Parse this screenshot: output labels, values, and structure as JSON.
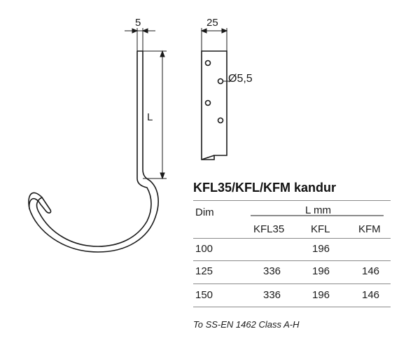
{
  "dimensions": {
    "flat_thickness": "5",
    "strap_width": "25",
    "hole_diameter": "Ø5,5",
    "length_symbol": "L"
  },
  "spec": {
    "title": "KFL35/KFL/KFM kandur",
    "header": {
      "dim_label": "Dim",
      "group_label": "L mm",
      "columns": [
        "KFL35",
        "KFL",
        "KFM"
      ]
    },
    "rows": [
      {
        "dim": "100",
        "kfl35": "",
        "kfl": "196",
        "kfm": ""
      },
      {
        "dim": "125",
        "kfl35": "336",
        "kfl": "196",
        "kfm": "146"
      },
      {
        "dim": "150",
        "kfl35": "336",
        "kfl": "196",
        "kfm": "146"
      }
    ],
    "footnote": "To SS-EN 1462 Class A-H"
  }
}
